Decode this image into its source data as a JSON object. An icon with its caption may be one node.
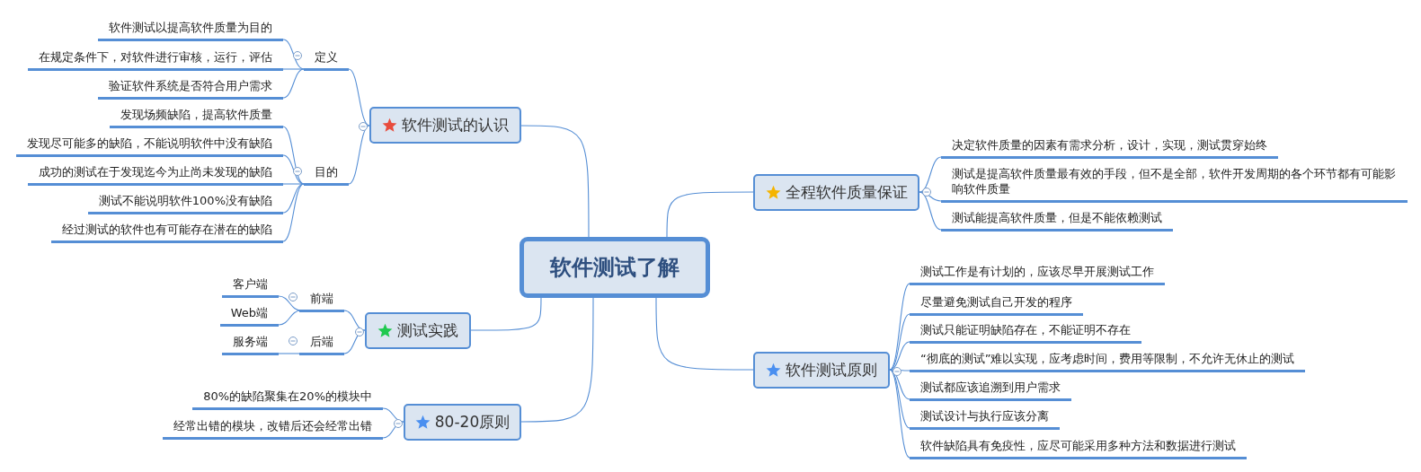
{
  "diagram": {
    "nodes": [
      {
        "text": [
          "软件测试了解"
        ]
      },
      {
        "text": [
          "软件测试的认识"
        ]
      },
      {
        "text": [
          "定义"
        ]
      },
      {
        "text": [
          "软件测试以提高软件质量为目的"
        ]
      },
      {
        "text": [
          "在规定条件下，对软件进行审核，运行，评估"
        ]
      },
      {
        "text": [
          "验证软件系统是否符合用户需求"
        ]
      },
      {
        "text": [
          "目的"
        ]
      },
      {
        "text": [
          "发现场频缺陷，提高软件质量"
        ]
      },
      {
        "text": [
          "发现尽可能多的缺陷，不能说明软件中没有缺陷"
        ]
      },
      {
        "text": [
          "成功的测试在于发现迄今为止尚未发现的缺陷"
        ]
      },
      {
        "text": [
          "测试不能说明软件100%没有缺陷"
        ]
      },
      {
        "text": [
          "经过测试的软件也有可能存在潜在的缺陷"
        ]
      },
      {
        "text": [
          "测试实践"
        ]
      },
      {
        "text": [
          "前端"
        ]
      },
      {
        "text": [
          "客户端"
        ]
      },
      {
        "text": [
          "Web端"
        ]
      },
      {
        "text": [
          "后端"
        ]
      },
      {
        "text": [
          "服务端"
        ]
      },
      {
        "text": [
          "80-20原则"
        ]
      },
      {
        "text": [
          "80%的缺陷聚集在20%的模块中"
        ]
      },
      {
        "text": [
          "经常出错的模块，改错后还会经常出错"
        ]
      },
      {
        "text": [
          "全程软件质量保证"
        ]
      },
      {
        "text": [
          "决定软件质量的因素有需求分析，设计，实现，测试贯穿始终"
        ]
      },
      {
        "text": [
          "测试是提高软件质量最有效的手段，但不是全部，软件开发周期的各个环节都有可能影响软件质量"
        ]
      },
      {
        "text": [
          "测试能提高软件质量，但是不能依赖测试"
        ]
      },
      {
        "text": [
          "软件测试原则"
        ]
      },
      {
        "text": [
          "测试工作是有计划的，应该尽早开展测试工作"
        ]
      },
      {
        "text": [
          "尽量避免测试自己开发的程序"
        ]
      },
      {
        "text": [
          "测试只能证明缺陷存在，不能证明不存在"
        ]
      },
      {
        "text": [
          "“彻底的测试”难以实现，应考虑时间，费用等限制，不允许无休止的测试"
        ]
      },
      {
        "text": [
          "测试都应该追溯到用户需求"
        ]
      },
      {
        "text": [
          "测试设计与执行应该分离"
        ]
      },
      {
        "text": [
          "软件缺陷具有免疫性，应尽可能采用多种方法和数据进行测试"
        ]
      }
    ],
    "edges": [
      {
        "from": 0,
        "to": 1,
        "arrow": "none"
      },
      {
        "from": 1,
        "to": 2,
        "arrow": "none"
      },
      {
        "from": 2,
        "to": 3,
        "arrow": "none"
      },
      {
        "from": 2,
        "to": 4,
        "arrow": "none"
      },
      {
        "from": 2,
        "to": 5,
        "arrow": "none"
      },
      {
        "from": 1,
        "to": 6,
        "arrow": "none"
      },
      {
        "from": 6,
        "to": 7,
        "arrow": "none"
      },
      {
        "from": 6,
        "to": 8,
        "arrow": "none"
      },
      {
        "from": 6,
        "to": 9,
        "arrow": "none"
      },
      {
        "from": 6,
        "to": 10,
        "arrow": "none"
      },
      {
        "from": 6,
        "to": 11,
        "arrow": "none"
      },
      {
        "from": 0,
        "to": 12,
        "arrow": "none"
      },
      {
        "from": 12,
        "to": 13,
        "arrow": "none"
      },
      {
        "from": 13,
        "to": 14,
        "arrow": "none"
      },
      {
        "from": 13,
        "to": 15,
        "arrow": "none"
      },
      {
        "from": 12,
        "to": 16,
        "arrow": "none"
      },
      {
        "from": 16,
        "to": 17,
        "arrow": "none"
      },
      {
        "from": 0,
        "to": 18,
        "arrow": "none"
      },
      {
        "from": 18,
        "to": 19,
        "arrow": "none"
      },
      {
        "from": 18,
        "to": 20,
        "arrow": "none"
      },
      {
        "from": 0,
        "to": 21,
        "arrow": "none"
      },
      {
        "from": 21,
        "to": 22,
        "arrow": "none"
      },
      {
        "from": 21,
        "to": 23,
        "arrow": "none"
      },
      {
        "from": 21,
        "to": 24,
        "arrow": "none"
      },
      {
        "from": 0,
        "to": 25,
        "arrow": "none"
      },
      {
        "from": 25,
        "to": 26,
        "arrow": "none"
      },
      {
        "from": 25,
        "to": 27,
        "arrow": "none"
      },
      {
        "from": 25,
        "to": 28,
        "arrow": "none"
      },
      {
        "from": 25,
        "to": 29,
        "arrow": "none"
      },
      {
        "from": 25,
        "to": 30,
        "arrow": "none"
      },
      {
        "from": 25,
        "to": 31,
        "arrow": "none"
      },
      {
        "from": 25,
        "to": 32,
        "arrow": "none"
      }
    ]
  }
}
